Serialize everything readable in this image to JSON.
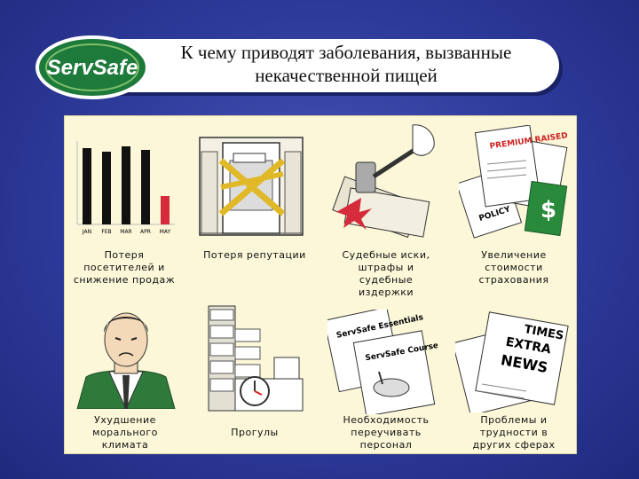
{
  "header": {
    "logo_text": "ServSafe",
    "title_line1": "К чему приводят заболевания, вызванные",
    "title_line2": "некачественной пищей"
  },
  "chart_icon": {
    "months": [
      "JAN",
      "FEB",
      "MAR",
      "APR",
      "MAY"
    ]
  },
  "items": [
    {
      "label": "Потеря посетителей и снижение продаж",
      "line1": "Потеря",
      "line2": "посетителей и",
      "line3": "снижение продаж"
    },
    {
      "label": "Потеря репутации",
      "line1": "Потеря репутации"
    },
    {
      "label": "Судебные иски, штрафы и судебные издержки",
      "line1": "Судебные иски,",
      "line2": "штрафы и",
      "line3": "судебные",
      "line4": "издержки"
    },
    {
      "label": "Увеличение стоимости страхования",
      "line1": "Увеличение",
      "line2": "стоимости",
      "line3": "страхования"
    },
    {
      "label": "Ухудшение морального климата",
      "line1": "Ухудшение",
      "line2": "морального",
      "line3": "климата"
    },
    {
      "label": "Прогулы",
      "line1": "Прогулы"
    },
    {
      "label": "Необходимость переучивать персонал",
      "line1": "Необходимость",
      "line2": "переучивать",
      "line3": "персонал"
    },
    {
      "label": "Проблемы и трудности в других сферах",
      "line1": "Проблемы и",
      "line2": "трудности в",
      "line3": "других сферах"
    }
  ],
  "illustration_text": {
    "premium": "PREMIUM RAISED",
    "policy": "POLICY",
    "dollar": "$",
    "essentials": "ServSafe Essentials",
    "coursebook": "ServSafe Coursebook",
    "times": "TIMES",
    "extra": "EXTRA",
    "news": "NEWS"
  }
}
